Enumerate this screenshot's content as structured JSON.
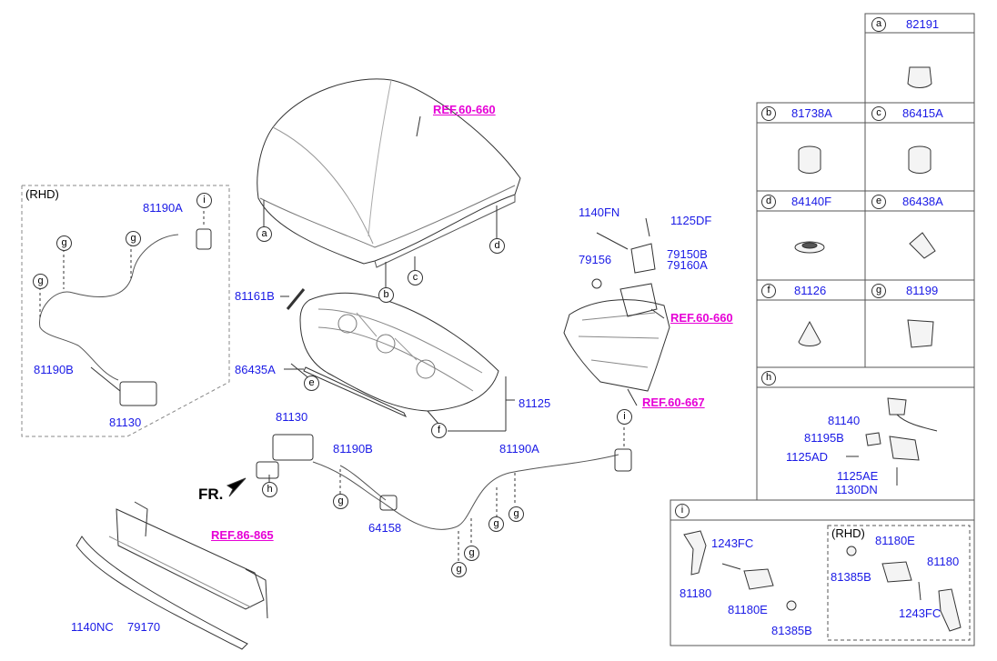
{
  "left_labels": {
    "rhd_box_title": "(RHD)",
    "p81190A": "81190A",
    "p81190B": "81190B",
    "p81130": "81130",
    "p81161B": "81161B",
    "p86435A": "86435A",
    "p81125": "81125",
    "p81130_main": "81130",
    "p81190B_main": "81190B",
    "p81190A_main": "81190A",
    "p64158": "64158",
    "p1140NC": "1140NC",
    "p79170": "79170",
    "p1140FN": "1140FN",
    "p1125DF": "1125DF",
    "p79156": "79156",
    "p79150B": "79150B",
    "p79160A": "79160A",
    "fr": "FR."
  },
  "refs": {
    "hood": "REF.60-660",
    "hinge": "REF.60-660",
    "panel": "REF.60-667",
    "bumper": "REF.86-865"
  },
  "callouts": [
    "a",
    "b",
    "c",
    "d",
    "e",
    "f",
    "g",
    "h",
    "i"
  ],
  "table": {
    "cells": [
      {
        "letter": "a",
        "part": "82191"
      },
      {
        "letter": "b",
        "part": "81738A"
      },
      {
        "letter": "c",
        "part": "86415A"
      },
      {
        "letter": "d",
        "part": "84140F"
      },
      {
        "letter": "e",
        "part": "86438A"
      },
      {
        "letter": "f",
        "part": "81126"
      },
      {
        "letter": "g",
        "part": "81199"
      }
    ],
    "h": {
      "letter": "h",
      "p81140": "81140",
      "p81195B": "81195B",
      "p1125AD": "1125AD",
      "p1125AE": "1125AE",
      "p1130DN": "1130DN"
    },
    "i": {
      "letter": "i",
      "rhd": "(RHD)",
      "p1243FC_l": "1243FC",
      "p81180_l": "81180",
      "p81180E_l": "81180E",
      "p81385B_l": "81385B",
      "p81180E_r": "81180E",
      "p81385B_r": "81385B",
      "p81180_r": "81180",
      "p1243FC_r": "1243FC"
    }
  },
  "colors": {
    "part_number": "#1a1ae6",
    "reference": "#e600d6",
    "line": "#333333"
  }
}
